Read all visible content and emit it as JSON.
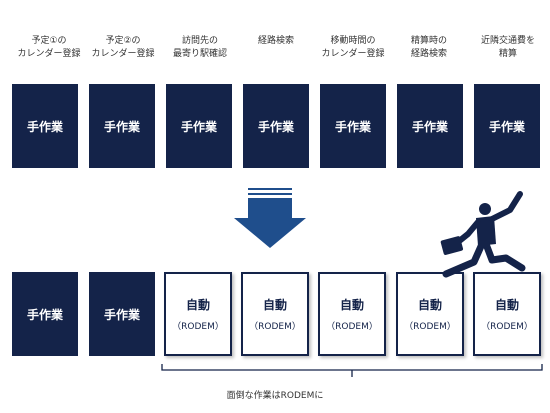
{
  "steps": [
    {
      "label": "予定①の\nカレンダー登録"
    },
    {
      "label": "予定②の\nカレンダー登録"
    },
    {
      "label": "訪問先の\n最寄り駅確認"
    },
    {
      "label": "経路検索"
    },
    {
      "label": "移動時間の\nカレンダー登録"
    },
    {
      "label": "精算時の\n経路検索"
    },
    {
      "label": "近隣交通費を\n精算"
    }
  ],
  "before": [
    "手作業",
    "手作業",
    "手作業",
    "手作業",
    "手作業",
    "手作業",
    "手作業"
  ],
  "after": [
    {
      "title": "手作業"
    },
    {
      "title": "手作業"
    },
    {
      "title": "自動",
      "sub": "（RODEM）"
    },
    {
      "title": "自動",
      "sub": "（RODEM）"
    },
    {
      "title": "自動",
      "sub": "（RODEM）"
    },
    {
      "title": "自動",
      "sub": "（RODEM）"
    },
    {
      "title": "自動",
      "sub": "（RODEM）"
    }
  ],
  "caption": "面倒な作業はRODEMに",
  "colors": {
    "navy": "#142349",
    "arrow": "#1f4e8c"
  },
  "icons": [
    "down-arrow-icon",
    "running-businessman-icon",
    "bracket-icon"
  ]
}
